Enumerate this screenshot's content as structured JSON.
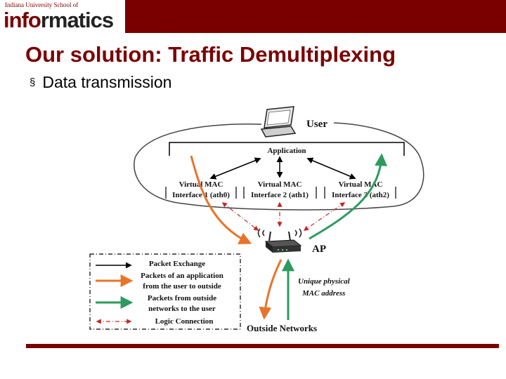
{
  "header": {
    "logo_sub": "Indiana University School of",
    "logo_main_a": "info",
    "logo_main_b": "rmatics"
  },
  "slide": {
    "title": "Our solution: Traffic Demultiplexing",
    "bullet_symbol": "§",
    "bullet": "Data transmission"
  },
  "diagram": {
    "user_label": "User",
    "application_label": "Application",
    "interfaces": [
      {
        "line1": "Virtual MAC",
        "line2": "Interface 1 (ath0)"
      },
      {
        "line1": "Virtual MAC",
        "line2": "Interface 2 (ath1)"
      },
      {
        "line1": "Virtual MAC",
        "line2": "Interface 3 (ath2)"
      }
    ],
    "ap_label": "AP",
    "unique_line1": "Unique physical",
    "unique_line2": "MAC address",
    "outside_label": "Outside Networks",
    "legend": {
      "packet_exchange": "Packet Exchange",
      "app_packets_1": "Packets of an application",
      "app_packets_2": "from the user to outside",
      "outside_packets_1": "Packets from outside",
      "outside_packets_2": "networks to the user",
      "logic_connection": "Logic Connection"
    },
    "colors": {
      "orange": "#e8742b",
      "green": "#2e9a5e",
      "red_dash": "#c62828",
      "maroon": "#7a0000"
    }
  }
}
